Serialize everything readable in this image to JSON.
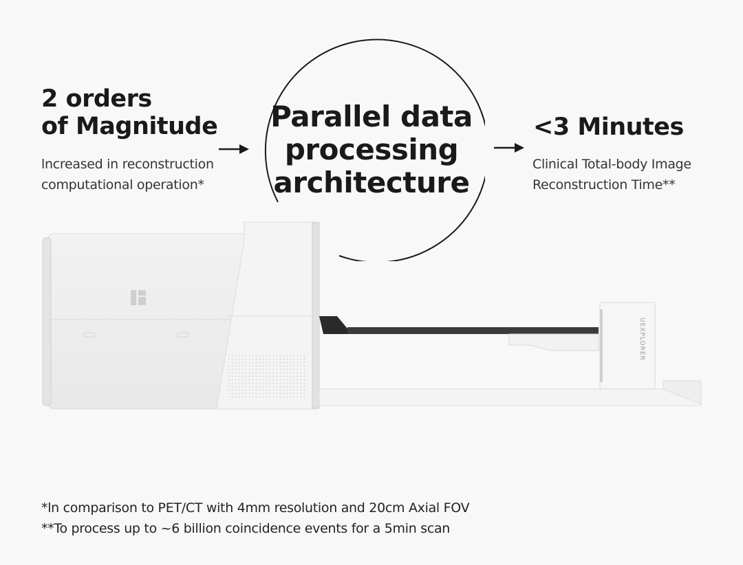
{
  "left": {
    "headline_line1": "2 orders",
    "headline_line2": "of Magnitude",
    "sub_line1": "lncreased in reconstruction",
    "sub_line2": "computational operation*"
  },
  "center": {
    "line1": "Parallel data",
    "line2": "processing",
    "line3": "architecture"
  },
  "right": {
    "headline": "<3 Minutes",
    "sub_line1": "Clinical Total-body Image",
    "sub_line2": "Reconstruction Time**"
  },
  "scanner": {
    "brand_text": "UEXPLORER"
  },
  "footnotes": {
    "note1": "*ln comparison to PET/CT with 4mm resolution and 20cm Axial FOV",
    "note2": "**To process up to ~6 billion coincidence events for a 5min scan"
  },
  "colors": {
    "background": "#f8f8f8",
    "text": "#1a1a1a",
    "scanner_body": "#efefef"
  }
}
